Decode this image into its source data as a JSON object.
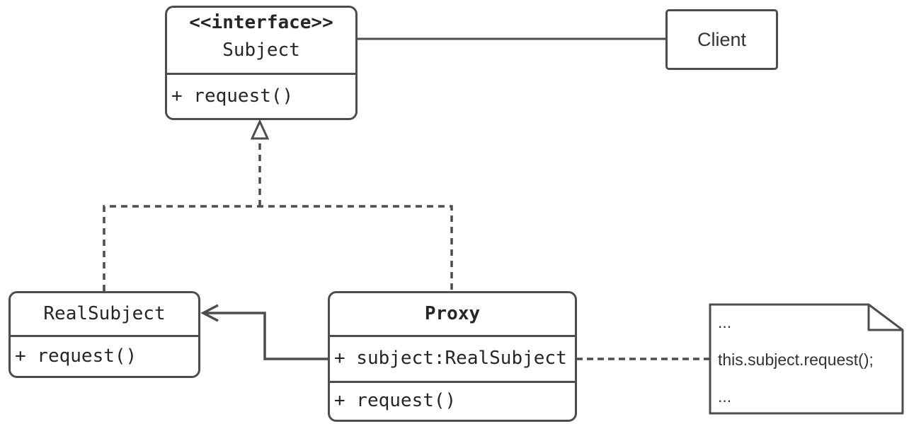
{
  "classes": {
    "subject": {
      "stereotype": "<<interface>>",
      "name": "Subject",
      "methods": [
        "+ request()"
      ]
    },
    "real_subject": {
      "name": "RealSubject",
      "methods": [
        "+ request()"
      ]
    },
    "proxy": {
      "name": "Proxy",
      "attributes": [
        "+ subject:RealSubject"
      ],
      "methods": [
        "+ request()"
      ]
    },
    "client": {
      "name": "Client"
    }
  },
  "note": {
    "lines": [
      "...",
      "this.subject.request();",
      "..."
    ]
  },
  "colors": {
    "stroke": "#4d4d4d",
    "text": "#262626",
    "note_text": "#333333",
    "background": "#ffffff"
  }
}
